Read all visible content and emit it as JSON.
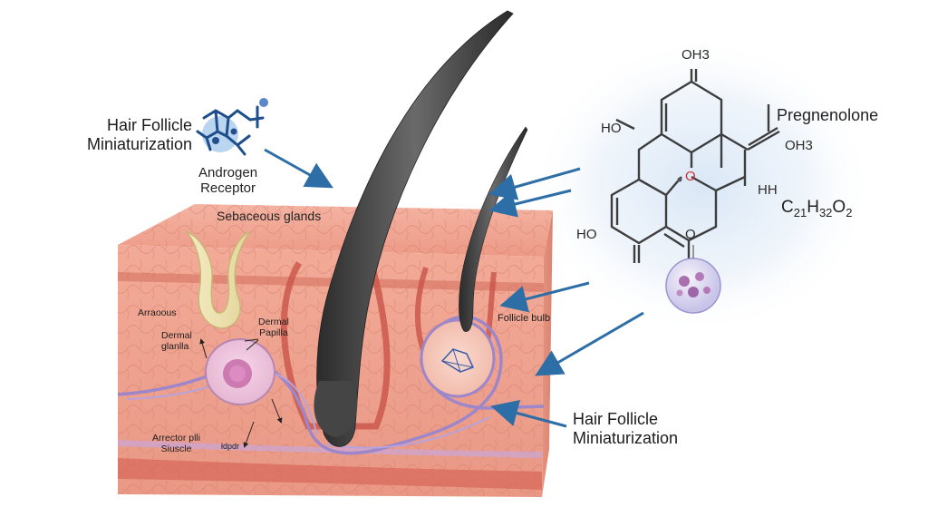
{
  "labels": {
    "title_top_line1": "Hair Follicle",
    "title_top_line2": "Miniaturization",
    "receptor_line1": "Androgen",
    "receptor_line2": "Receptor",
    "sebaceous": "Sebaceous glands",
    "arrector_left": "Arrаoous",
    "dermal_left_line1": "Dermal",
    "dermal_left_line2": "glanlla",
    "dermal_papilla_line1": "Dermal",
    "dermal_papilla_line2": "Papilla",
    "arrector_pili_line1": "Arrector plli",
    "arrector_pili_line2": "Siuscle",
    "arrector_pili_extra": "łdpdr",
    "follicle_bulb": "Follicle bulb",
    "title_bottom_line1": "Hair Follicle",
    "title_bottom_line2": "Miniaturization"
  },
  "molecule": {
    "name": "Pregnenolone",
    "formula": "C21H32O2",
    "group_top": "OH3",
    "group_right": "OH3",
    "group_ho_top": "HO",
    "group_ho_bottom": "HO",
    "group_hh": "HH",
    "atom_o_center": "O",
    "atom_o_bottom": "O"
  },
  "colors": {
    "skin": "#f0a590",
    "skin_dark": "#d8786a",
    "vein": "#9d86c9",
    "arrow": "#2e6ea6",
    "hair": "#3b3b3b",
    "glow": "#cfe0f2"
  }
}
